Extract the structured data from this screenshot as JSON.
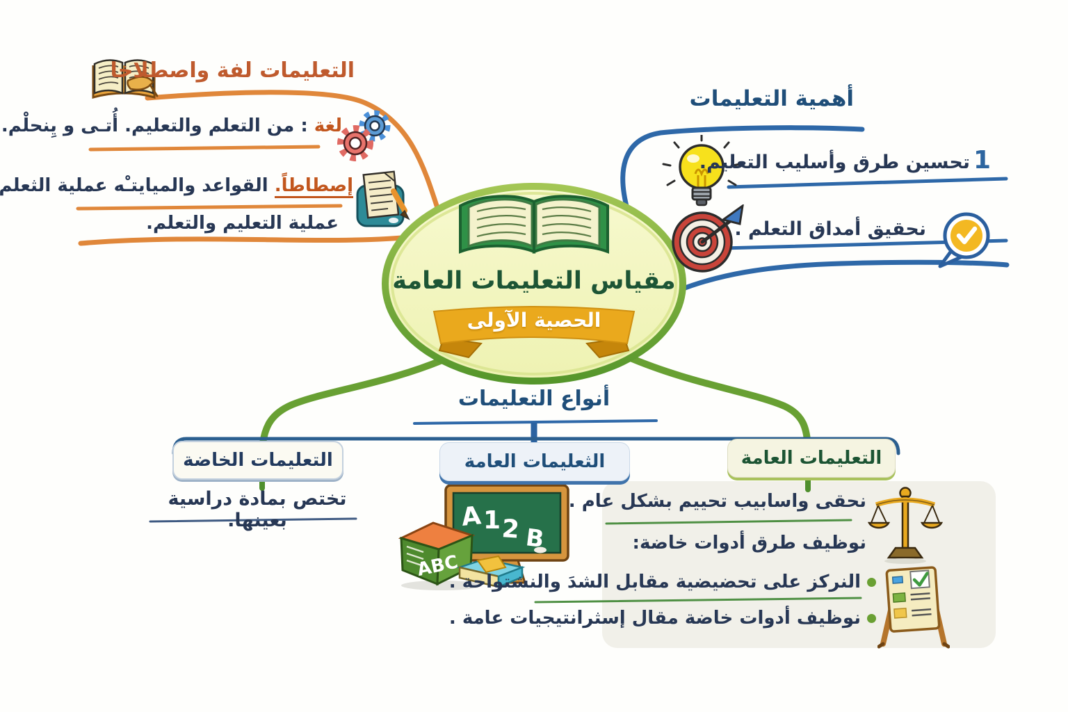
{
  "center": {
    "title": "مقياس التعليمات العامة",
    "banner": "الحصية الآولى"
  },
  "definition": {
    "title": "التعليمات لفة واصطلاخا",
    "language_term": "لغة",
    "language_text": " : من التعلم والتعليم. أُتـى و يِنحلْم.",
    "idiom_term": "إصطاطاً.",
    "idiom_text": " القواعد والميايتـْه عملية الثعلم.",
    "idiom_text2": "عملية التعليم والتعلم."
  },
  "importance": {
    "title": "أهمية التعليمات",
    "item1_number": "1",
    "item1_text": "تحسين  طرق وأسليب التعليم.",
    "item2_text": "نحقيق أمداق التعلم ."
  },
  "types": {
    "title": "أنواع التعليمات",
    "special_node": "التعليمات الخاضة",
    "general_node_center": "الثعليمات العامة",
    "general_node_right": "التعليمات العامة",
    "special_note": "تختص بمادة دراسية بعينها.",
    "general_items": [
      {
        "text": "نحقى واسابيب تحييم بشكل عام ."
      },
      {
        "text": "نوظيف طرق أدوات خاضة:"
      },
      {
        "text": "النركز على تحضيضية مقابل الشدَ والنشتواحة ."
      },
      {
        "text": "نوظيف أدوات خاضة مقال إسثرانتيجيات عامة ."
      }
    ]
  },
  "board": {
    "l1": "A",
    "l2": "1",
    "l3": "2",
    "l4": "B",
    "box": "ABC"
  },
  "colors": {
    "orange_branch": "#e0873a",
    "rust_title": "#bf5a2d",
    "blue_branch": "#2e68a8",
    "blue_title": "#1f4e79",
    "navy_text": "#273754",
    "green_branch": "#68a033",
    "dark_green_text": "#1d5535",
    "banner_gold": "#eaa91d",
    "ellipse_fill": "#f6f8c9"
  }
}
